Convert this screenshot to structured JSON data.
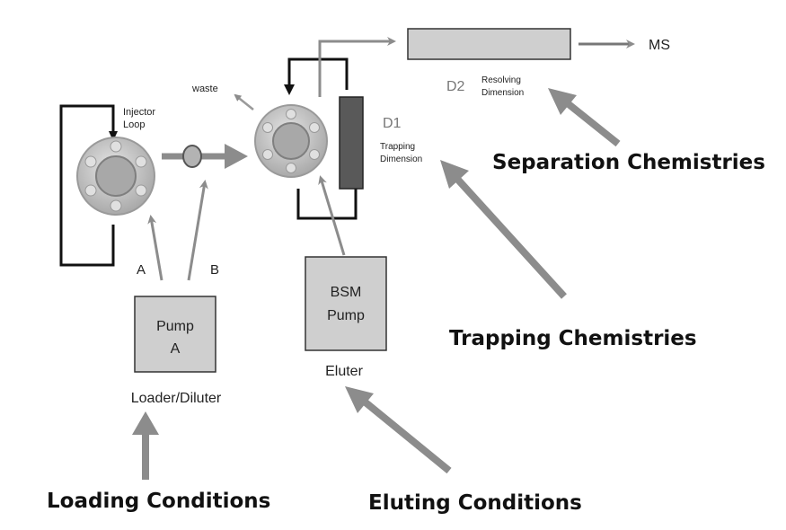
{
  "labels": {
    "injector_loop_line1": "Injector",
    "injector_loop_line2": "Loop",
    "waste": "waste",
    "port_a": "A",
    "port_b": "B",
    "pump_a_line1": "Pump",
    "pump_a_line2": "A",
    "loader_diluter": "Loader/Diluter",
    "bsm_pump_line1": "BSM",
    "bsm_pump_line2": "Pump",
    "eluter": "Eluter",
    "d1": "D1",
    "trapping_dimension_line1": "Trapping",
    "trapping_dimension_line2": "Dimension",
    "d2": "D2",
    "resolving_dimension_line1": "Resolving",
    "resolving_dimension_line2": "Dimension",
    "ms": "MS"
  },
  "callouts": {
    "separation": "Separation Chemistries",
    "trapping": "Trapping Chemistries",
    "loading": "Loading Conditions",
    "eluting": "Eluting Conditions"
  },
  "colors": {
    "arrow_gray": "#8c8c8c",
    "line_black": "#111111",
    "box_fill": "#cfcfcf",
    "trap_column": "#595959",
    "valve_outer": "#c8c8c8",
    "valve_inner": "#9e9e9e",
    "text": "#222222"
  }
}
